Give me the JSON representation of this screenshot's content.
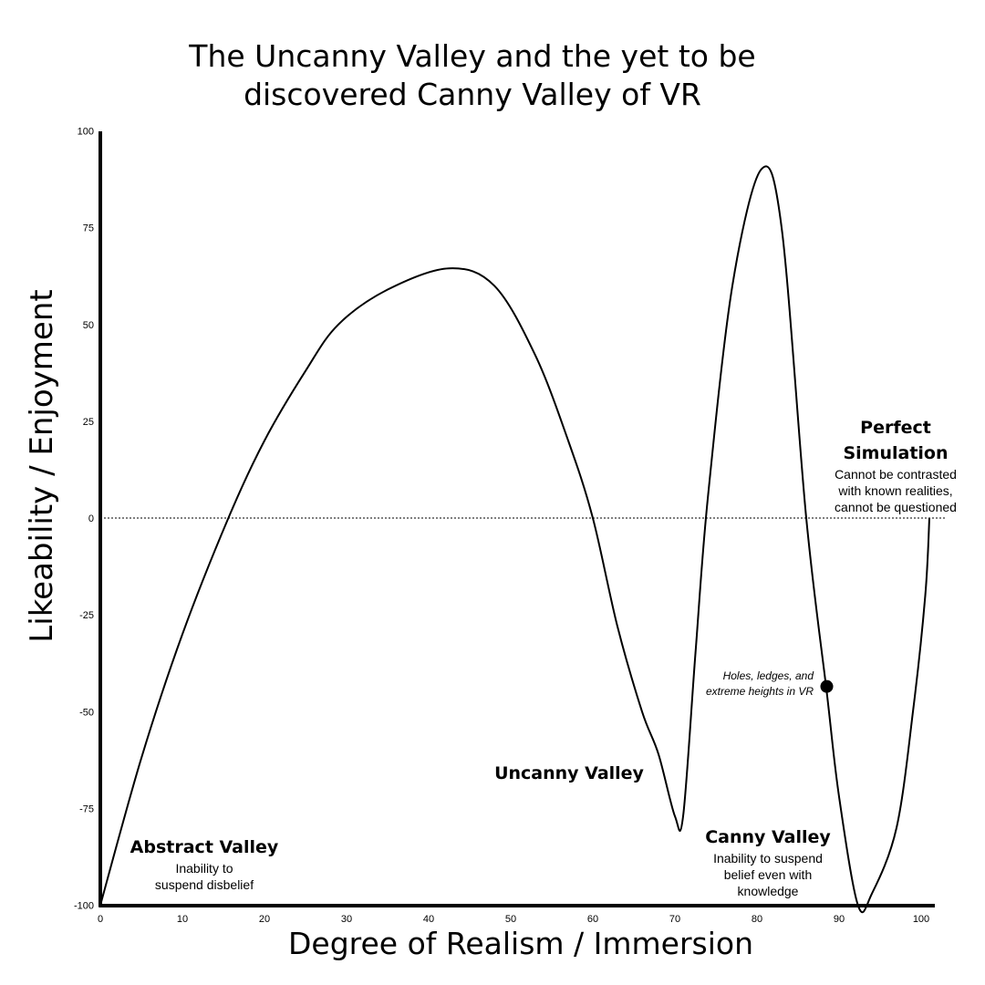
{
  "chart_data": {
    "type": "line",
    "title_lines": [
      "The Uncanny Valley and the yet to be",
      "discovered Canny Valley of VR"
    ],
    "xlabel": "Degree of Realism / Immersion",
    "ylabel": "Likeability / Enjoyment",
    "xlim": [
      0,
      101
    ],
    "ylim": [
      -100,
      100
    ],
    "xticks": [
      "0",
      "10",
      "20",
      "30",
      "40",
      "50",
      "60",
      "70",
      "80",
      "90",
      "100"
    ],
    "yticks": [
      "100",
      "75",
      "50",
      "25",
      "0",
      "-25",
      "-50",
      "-75",
      "-100"
    ],
    "reference_line": {
      "y": 0,
      "style": "dotted"
    },
    "series": [
      {
        "x": [
          0,
          5,
          10,
          15.6,
          20,
          25,
          29,
          35,
          42.5,
          48,
          53,
          57,
          60,
          63,
          66,
          68,
          70,
          71,
          72.5,
          74,
          77,
          80.5,
          83,
          86,
          88.5,
          90,
          92.3,
          94,
          97,
          99,
          100.5,
          101
        ],
        "y": [
          -100,
          -62,
          -30,
          0,
          20,
          38,
          50,
          59,
          64.5,
          60,
          42,
          20,
          0,
          -28,
          -50,
          -61,
          -77,
          -77,
          -35,
          5,
          60,
          90,
          75,
          0,
          -45,
          -72,
          -100,
          -97,
          -80,
          -50,
          -20,
          0
        ]
      }
    ],
    "marker": {
      "x": 88.5,
      "y": -43.5
    },
    "annotations": [
      {
        "name": "abstract-valley",
        "heading": [
          "Abstract Valley"
        ],
        "body": [
          "Inability to",
          "suspend disbelief"
        ]
      },
      {
        "name": "uncanny-valley",
        "heading": [
          "Uncanny Valley"
        ],
        "body": []
      },
      {
        "name": "canny-valley",
        "heading": [
          "Canny Valley"
        ],
        "body": [
          "Inability to suspend",
          "belief even with",
          "knowledge"
        ]
      },
      {
        "name": "perfect-simulation",
        "heading": [
          "Perfect",
          "Simulation"
        ],
        "body": [
          "Cannot be contrasted",
          "with known realities,",
          "cannot be questioned"
        ]
      },
      {
        "name": "holes-ledges",
        "italic": [
          "Holes, ledges, and",
          "extreme heights in VR"
        ]
      }
    ]
  }
}
